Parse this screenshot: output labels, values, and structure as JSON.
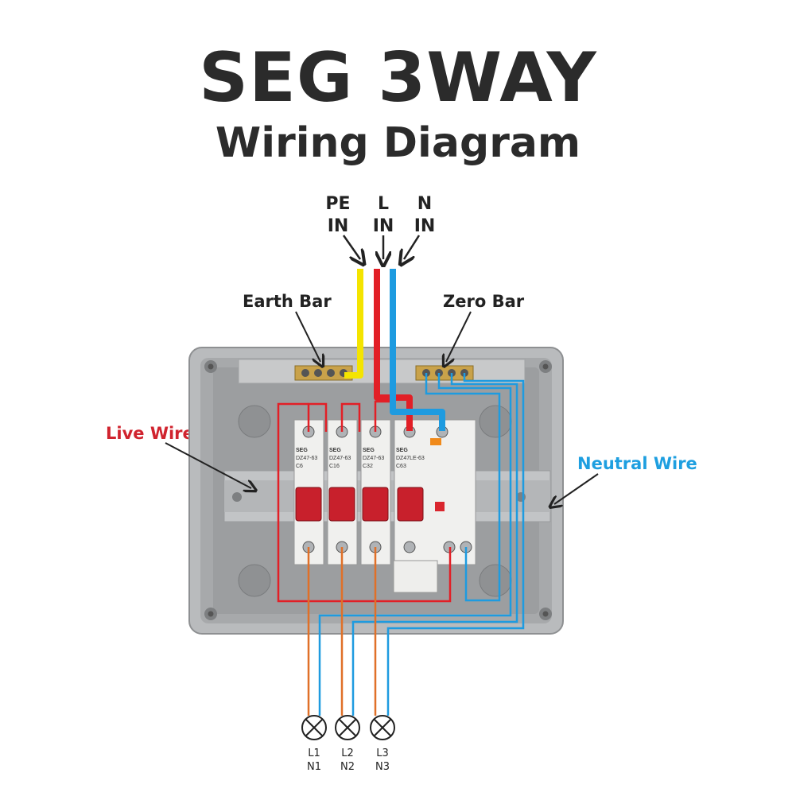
{
  "title": {
    "line1": "SEG 3WAY",
    "line2": "Wiring Diagram"
  },
  "inputs": [
    {
      "id": "pe",
      "label": "PE\nIN",
      "color": "#f4e400"
    },
    {
      "id": "l",
      "label": "L\nIN",
      "color": "#e21f26"
    },
    {
      "id": "n",
      "label": "N\nIN",
      "color": "#1e9be0"
    }
  ],
  "bars": {
    "earth": "Earth Bar",
    "zero": "Zero Bar"
  },
  "wires": {
    "live": "Live Wire",
    "neutral": "Neutral Wire"
  },
  "breakers": [
    {
      "brand": "SEG",
      "model": "DZ47-63",
      "rating": "C6"
    },
    {
      "brand": "SEG",
      "model": "DZ47-63",
      "rating": "C16"
    },
    {
      "brand": "SEG",
      "model": "DZ47-63",
      "rating": "C32"
    },
    {
      "brand": "SEG",
      "model": "DZ47LE-63",
      "rating": "C63"
    }
  ],
  "outputs": [
    {
      "line": "L1",
      "neutral": "N1"
    },
    {
      "line": "L2",
      "neutral": "N2"
    },
    {
      "line": "L3",
      "neutral": "N3"
    }
  ],
  "colors": {
    "live": "#e21f26",
    "neutral": "#1e9be0",
    "earth": "#f4e400",
    "load": "#e07028"
  }
}
